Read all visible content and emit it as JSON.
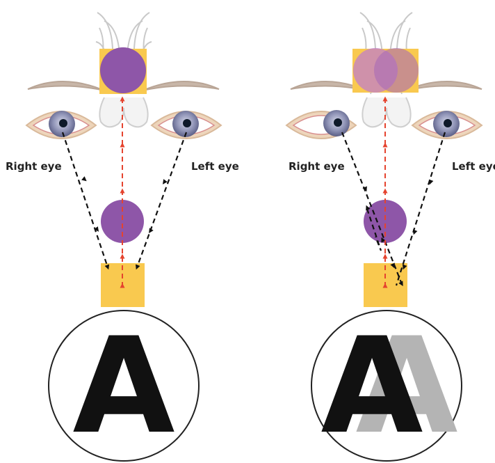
{
  "panels": [
    {
      "id": "aligned",
      "right_eye_label": "Right eye",
      "left_eye_label": "Left eye",
      "letter": "A",
      "letter_color": "#111111"
    },
    {
      "id": "misaligned",
      "right_eye_label": "Right eye",
      "left_eye_label": "Left eye",
      "letter": "A",
      "letter_color": "#111111",
      "ghost_letter": "A",
      "ghost_color": "#b4b4b4"
    }
  ],
  "colors": {
    "target_square": "#f9c94f",
    "target_circle": "#8e56a8",
    "brain_circle_fused": "#8e56a8",
    "brain_circle_double": "#c07ec8",
    "neural_path": "#e5432e",
    "gaze_path": "#111111",
    "iris": "#8f93b6",
    "eyelid": "#f3dcc0",
    "brow": "#c8b6a8"
  },
  "icons": [
    "brain-icon",
    "eye-icon",
    "eyebrow-icon"
  ]
}
